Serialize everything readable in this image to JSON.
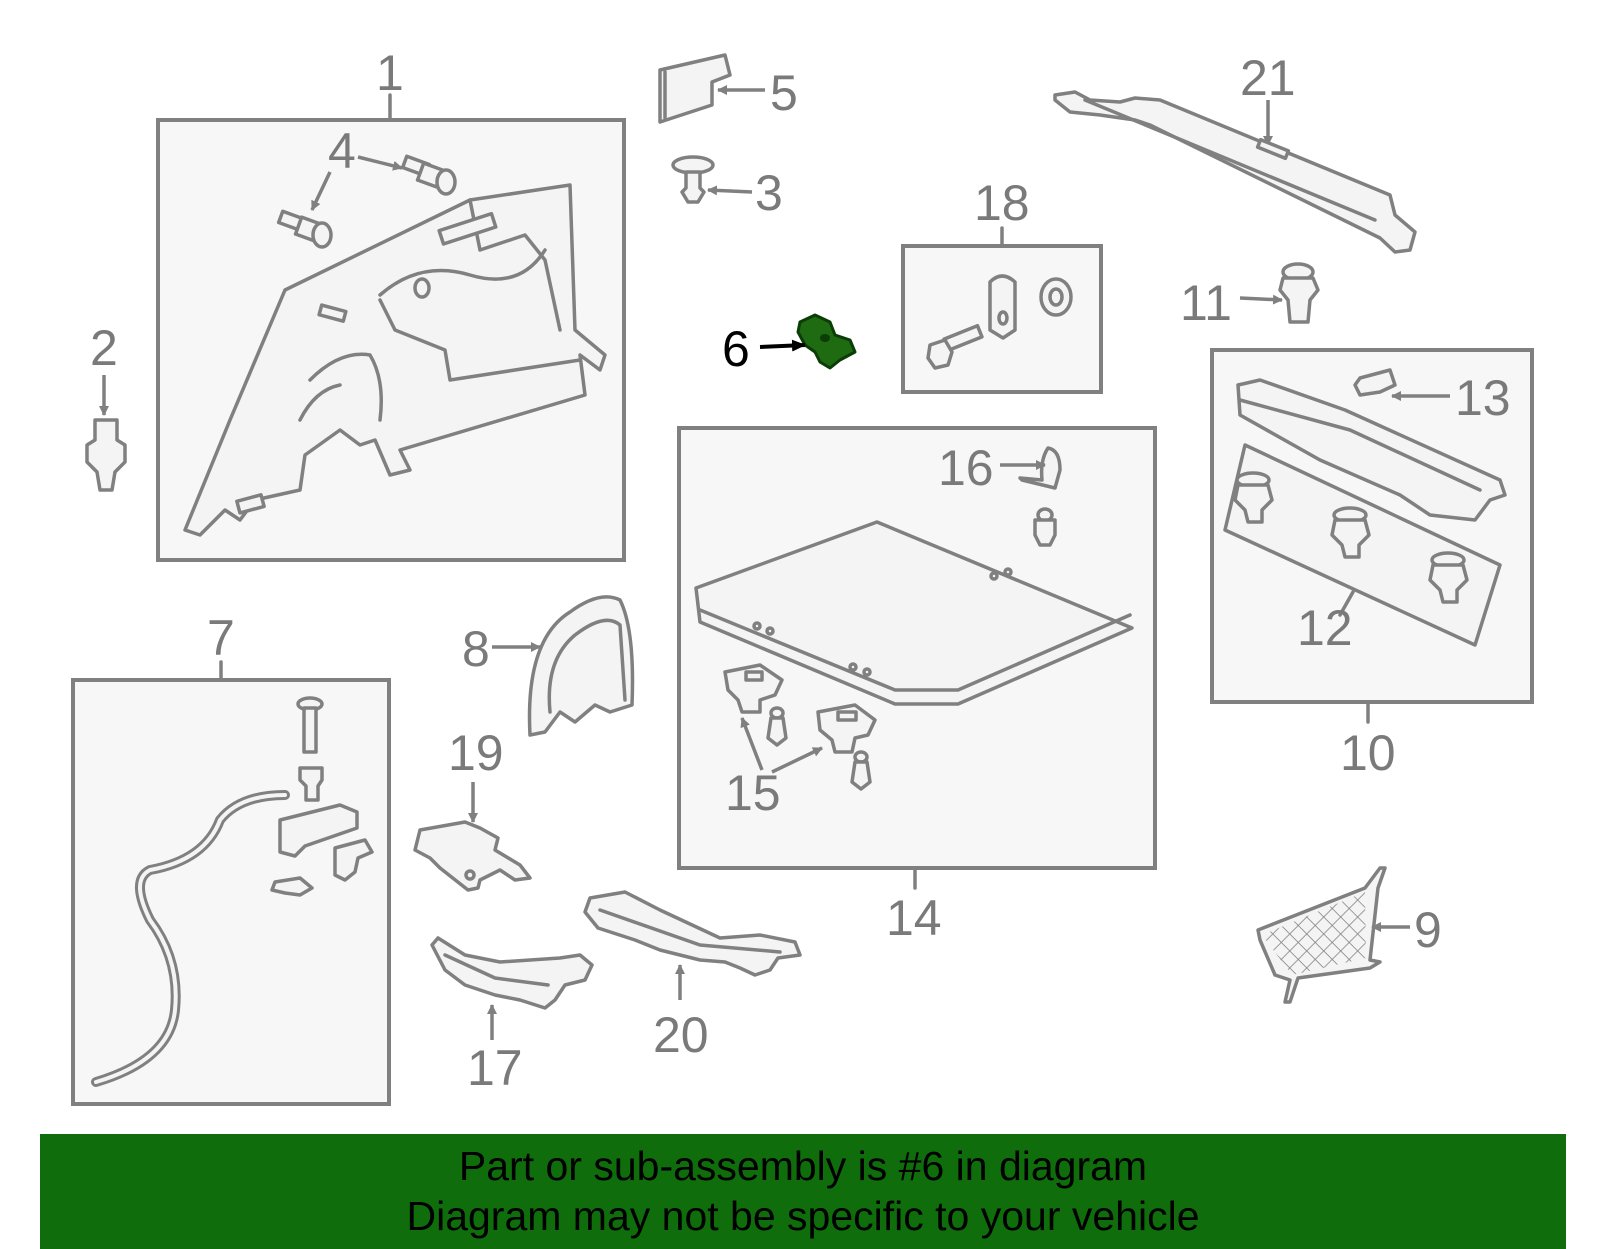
{
  "labels": {
    "p1": "1",
    "p2": "2",
    "p3": "3",
    "p4": "4",
    "p5": "5",
    "p6": "6",
    "p7": "7",
    "p8": "8",
    "p9": "9",
    "p10": "10",
    "p11": "11",
    "p12": "12",
    "p13": "13",
    "p14": "14",
    "p15": "15",
    "p16": "16",
    "p17": "17",
    "p18": "18",
    "p19": "19",
    "p20": "20",
    "p21": "21"
  },
  "highlight": {
    "part_number": "6",
    "color": "#1e6b12"
  },
  "banner": {
    "line1": "Part or sub-assembly is #6 in diagram",
    "line2": "Diagram may not be specific to your vehicle",
    "background": "#0f6d0c"
  }
}
